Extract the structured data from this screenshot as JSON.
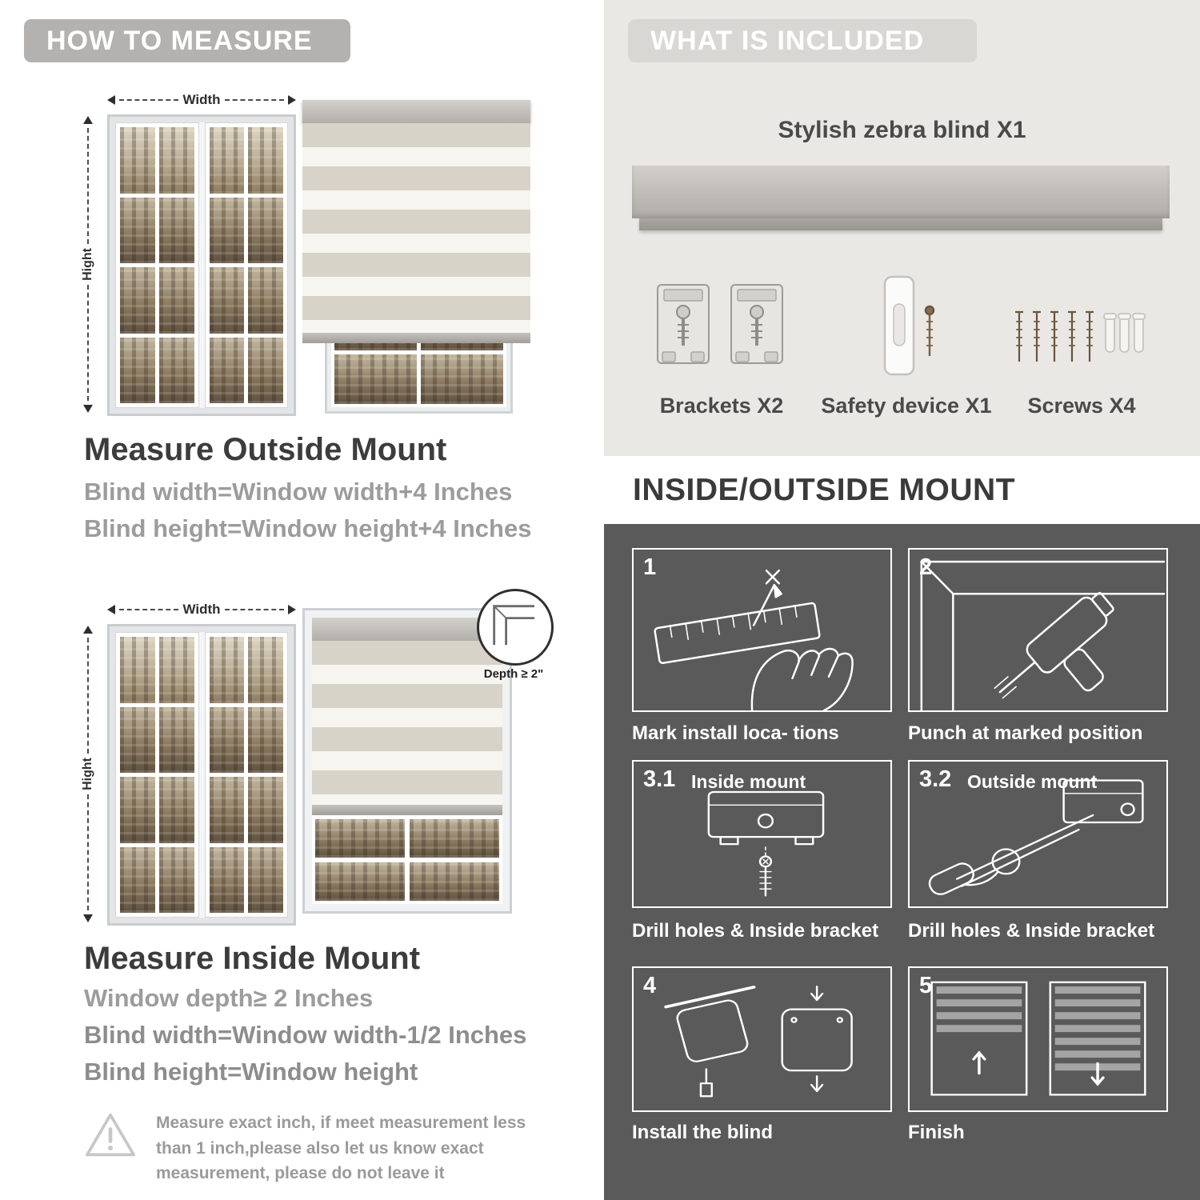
{
  "how_to_measure": {
    "badge": "HOW TO MEASURE",
    "width_label": "Width",
    "height_label": "Hight",
    "outside": {
      "title": "Measure Outside Mount",
      "line1": "Blind width=Window width+4 Inches",
      "line2": "Blind height=Window height+4 Inches"
    },
    "inside": {
      "title": "Measure Inside Mount",
      "depth_callout": "Depth ≥ 2\"",
      "line1": "Window depth≥ 2 Inches",
      "line2": "Blind width=Window width-1/2 Inches",
      "line3": "Blind height=Window height"
    },
    "warning_text": "Measure exact inch, if meet measurement less than 1 inch,please also let us know exact measurement, please do not leave it"
  },
  "included": {
    "badge": "WHAT IS INCLUDED",
    "blind_label": "Stylish zebra blind X1",
    "items": [
      {
        "label": "Brackets X2",
        "icon": "brackets-icon"
      },
      {
        "label": "Safety device X1",
        "icon": "safety-device-icon"
      },
      {
        "label": "Screws X4",
        "icon": "screws-icon"
      }
    ]
  },
  "mount_guide": {
    "title": "INSIDE/OUTSIDE MOUNT",
    "steps": [
      {
        "num": "1",
        "tag": "",
        "caption": "Mark install loca- tions"
      },
      {
        "num": "2",
        "tag": "",
        "caption": "Punch at  marked position"
      },
      {
        "num": "3.1",
        "tag": "Inside mount",
        "caption": "Drill holes &  Inside bracket"
      },
      {
        "num": "3.2",
        "tag": "Outside mount",
        "caption": "Drill holes &  Inside bracket"
      },
      {
        "num": "4",
        "tag": "",
        "caption": "Install the blind"
      },
      {
        "num": "5",
        "tag": "",
        "caption": "Finish"
      }
    ]
  },
  "colors": {
    "badge_gray": "#b3b2b0",
    "light_panel": "#e9e8e5",
    "dark_panel": "#5a5a5a",
    "muted_text": "#9c9c9c",
    "dark_text": "#3c3c3c"
  }
}
